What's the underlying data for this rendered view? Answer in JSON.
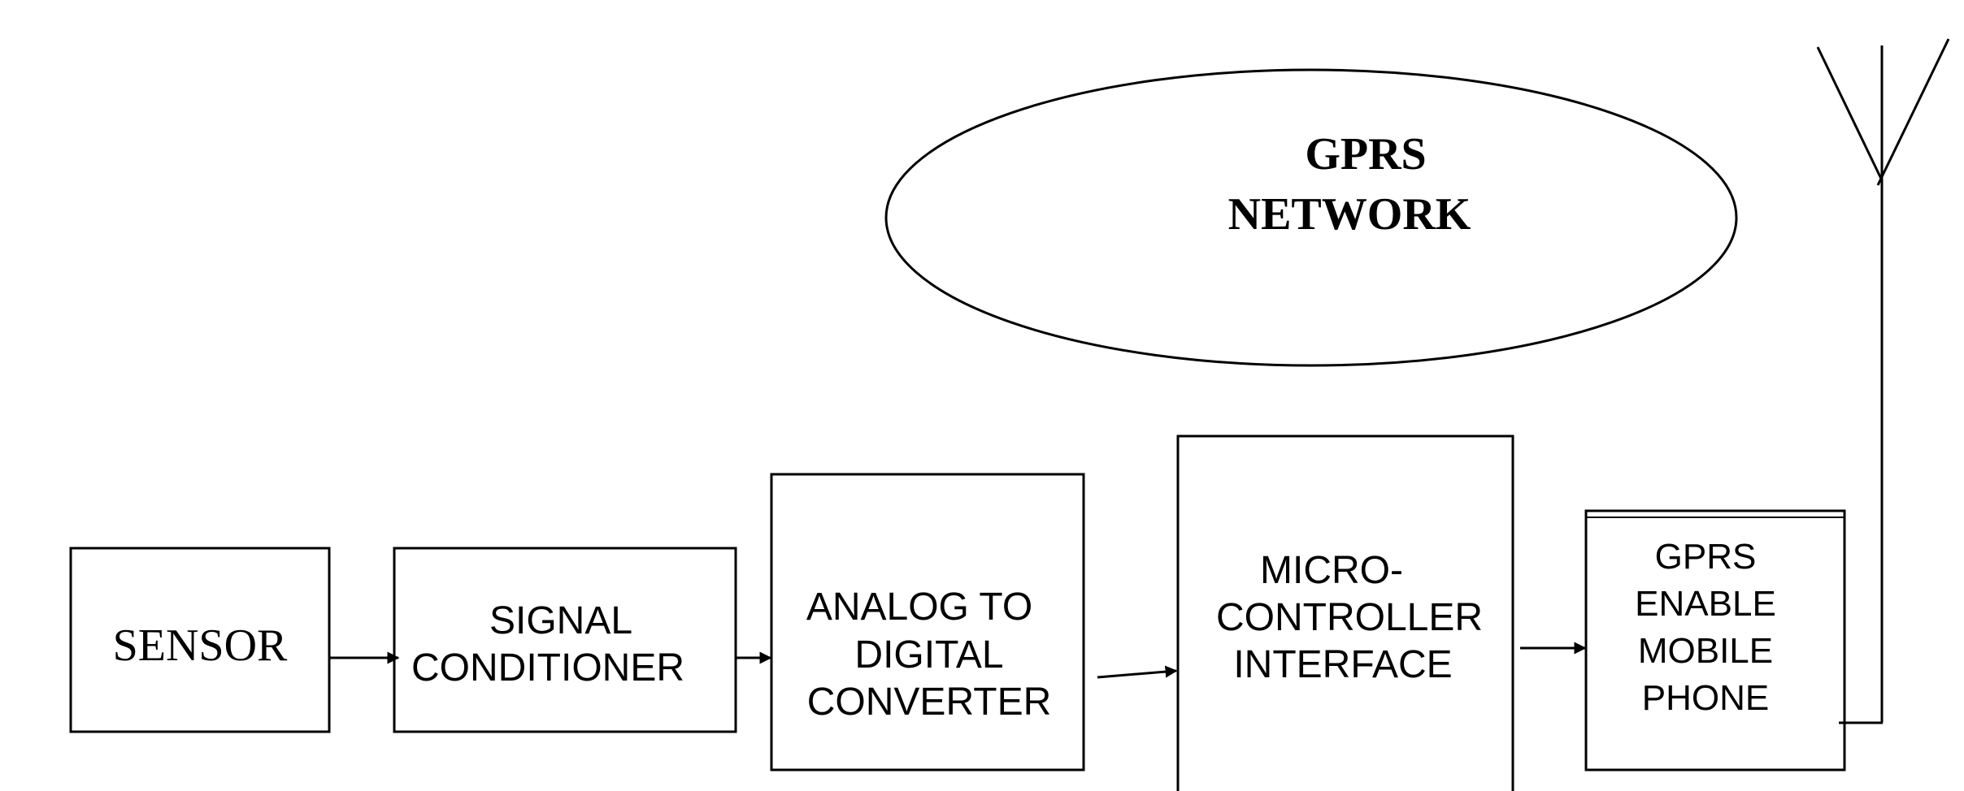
{
  "network": {
    "label_line1": "GPRS",
    "label_line2": "NETWORK"
  },
  "blocks": {
    "sensor": {
      "label": "SENSOR"
    },
    "signal_conditioner": {
      "line1": "SIGNAL",
      "line2": "CONDITIONER"
    },
    "adc": {
      "line1": "ANALOG TO",
      "line2": "DIGITAL",
      "line3": "CONVERTER"
    },
    "microcontroller": {
      "line1": "MICRO-",
      "line2": "CONTROLLER",
      "line3": "INTERFACE"
    },
    "mobile_phone": {
      "line1": "GPRS",
      "line2": "ENABLE",
      "line3": "MOBILE",
      "line4": "PHONE"
    }
  },
  "colors": {
    "stroke": "#000000",
    "background": "#ffffff"
  }
}
